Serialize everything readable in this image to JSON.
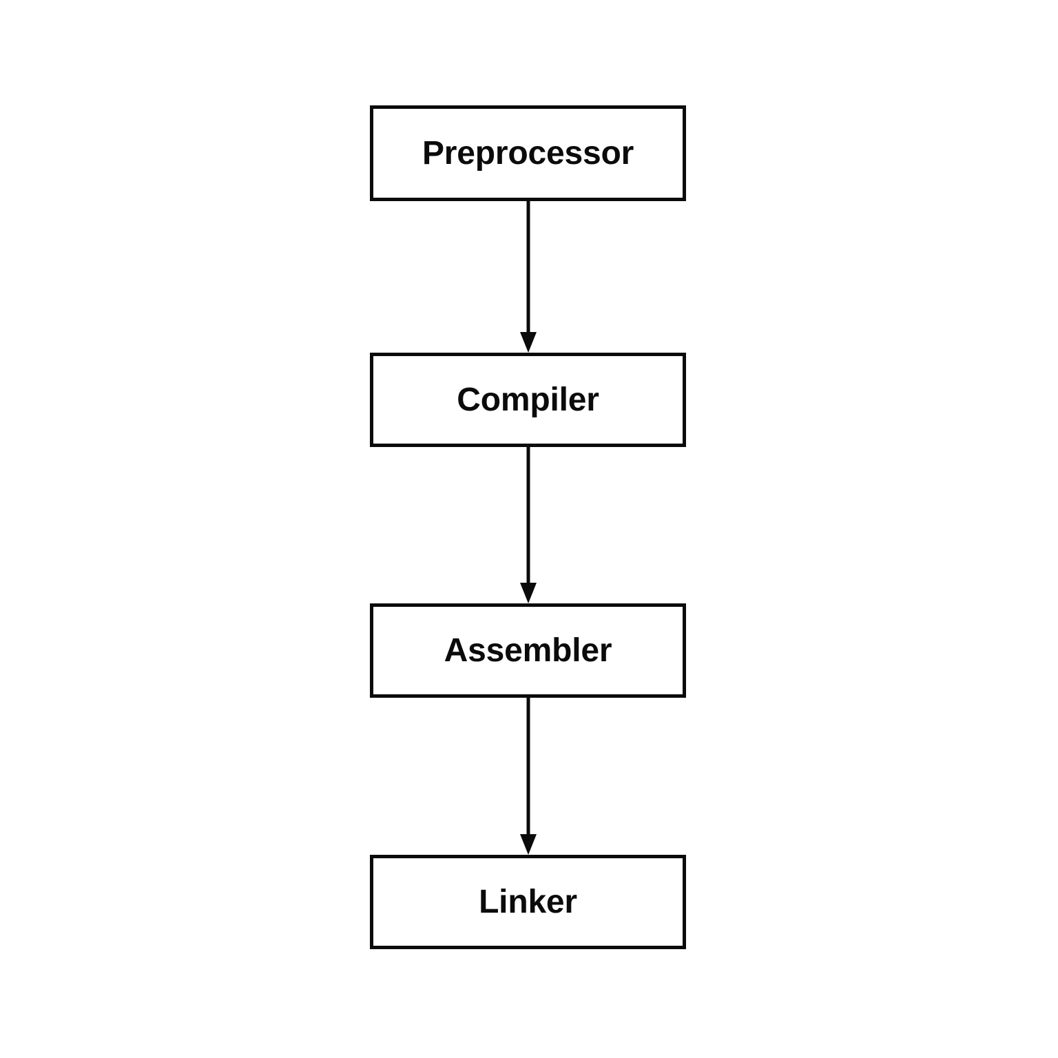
{
  "diagram": {
    "type": "flowchart",
    "orientation": "vertical",
    "background_color": "#ffffff",
    "stroke_color": "#0b0b0b",
    "nodes": [
      {
        "id": "preprocessor",
        "label": "Preprocessor",
        "shape": "rectangle"
      },
      {
        "id": "compiler",
        "label": "Compiler",
        "shape": "rectangle"
      },
      {
        "id": "assembler",
        "label": "Assembler",
        "shape": "rectangle"
      },
      {
        "id": "linker",
        "label": "Linker",
        "shape": "rectangle"
      }
    ],
    "edges": [
      {
        "from": "preprocessor",
        "to": "compiler",
        "arrow": "single",
        "label": ""
      },
      {
        "from": "compiler",
        "to": "assembler",
        "arrow": "single",
        "label": ""
      },
      {
        "from": "assembler",
        "to": "linker",
        "arrow": "single",
        "label": ""
      }
    ]
  }
}
